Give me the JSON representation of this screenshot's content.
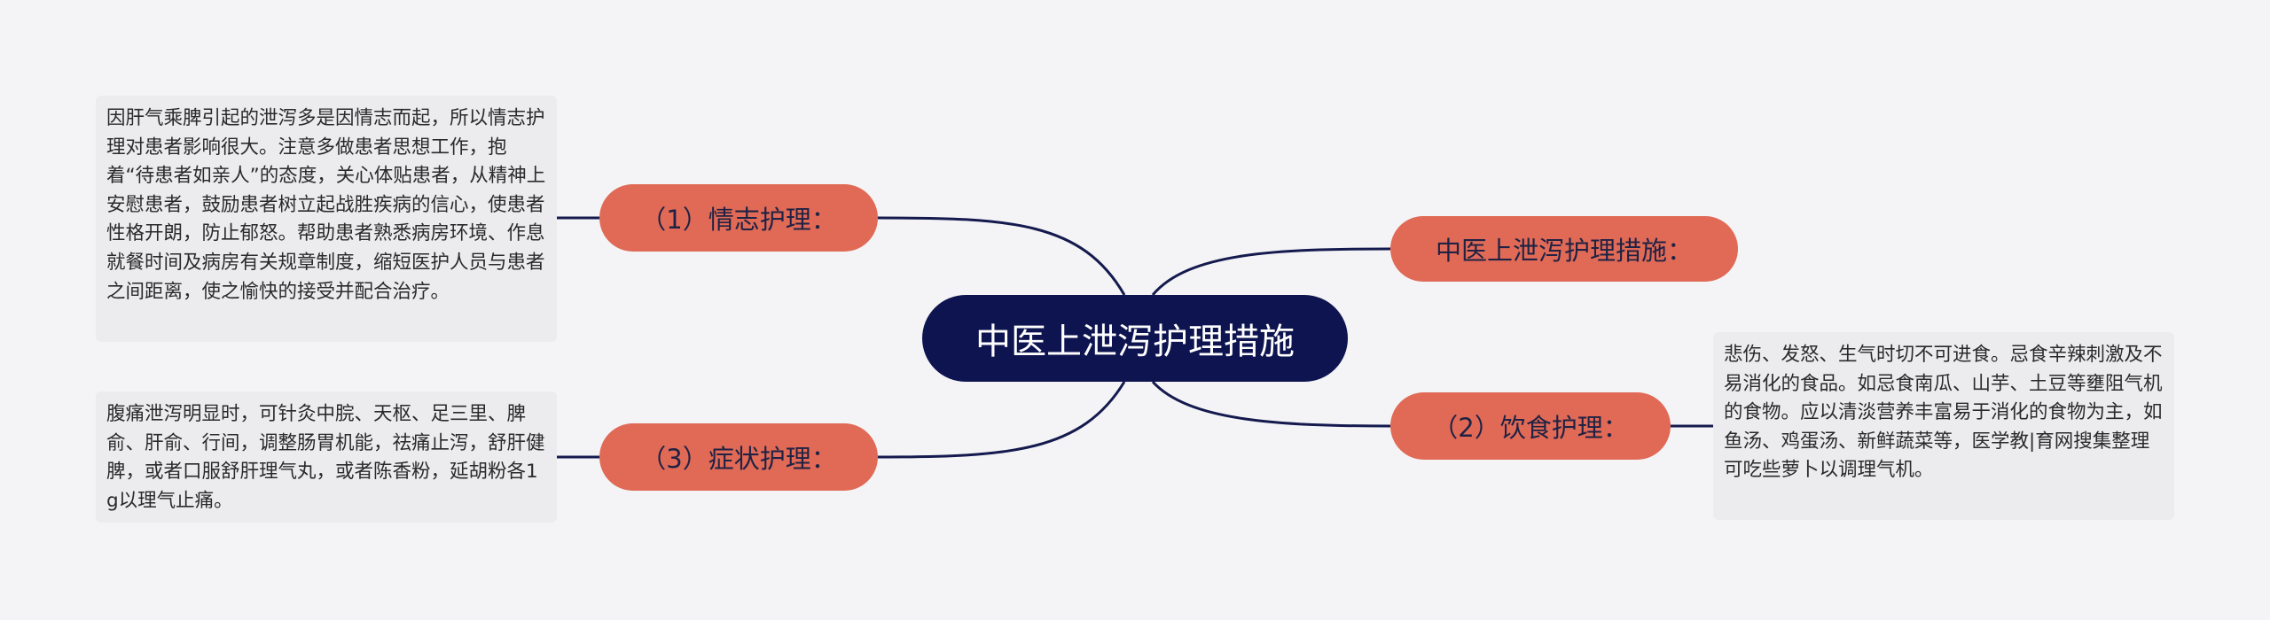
{
  "center": {
    "title": "中医上泄泻护理措施"
  },
  "branches": {
    "emotional": {
      "label": "（1）情志护理："
    },
    "symptom": {
      "label": "（3）症状护理："
    },
    "measures": {
      "label": "中医上泄泻护理措施："
    },
    "diet": {
      "label": "（2）饮食护理："
    }
  },
  "notes": {
    "emotional": "因肝气乘脾引起的泄泻多是因情志而起，所以情志护理对患者影响很大。注意多做患者思想工作，抱着“待患者如亲人”的态度，关心体贴患者，从精神上安慰患者，鼓励患者树立起战胜疾病的信心，使患者性格开朗，防止郁怒。帮助患者熟悉病房环境、作息就餐时间及病房有关规章制度，缩短医护人员与患者之间距离，使之愉快的接受并配合治疗。",
    "symptom": "腹痛泄泻明显时，可针灸中脘、天枢、足三里、脾俞、肝俞、行间，调整肠胃机能，祛痛止泻，舒肝健脾，或者口服舒肝理气丸，或者陈香粉，延胡粉各1g以理气止痛。",
    "diet": "悲伤、发怒、生气时切不可进食。忌食辛辣刺激及不易消化的食品。如忌食南瓜、山芋、土豆等壅阻气机的食物。应以清淡营养丰富易于消化的食物为主，如鱼汤、鸡蛋汤、新鲜蔬菜等，医学教|育网搜集整理可吃些萝卜以调理气机。"
  },
  "colors": {
    "background": "#f4f4f6",
    "center_fill": "#0d1450",
    "branch_fill": "#e06a56",
    "note_fill": "#ececef",
    "connector": "#141a4e"
  }
}
